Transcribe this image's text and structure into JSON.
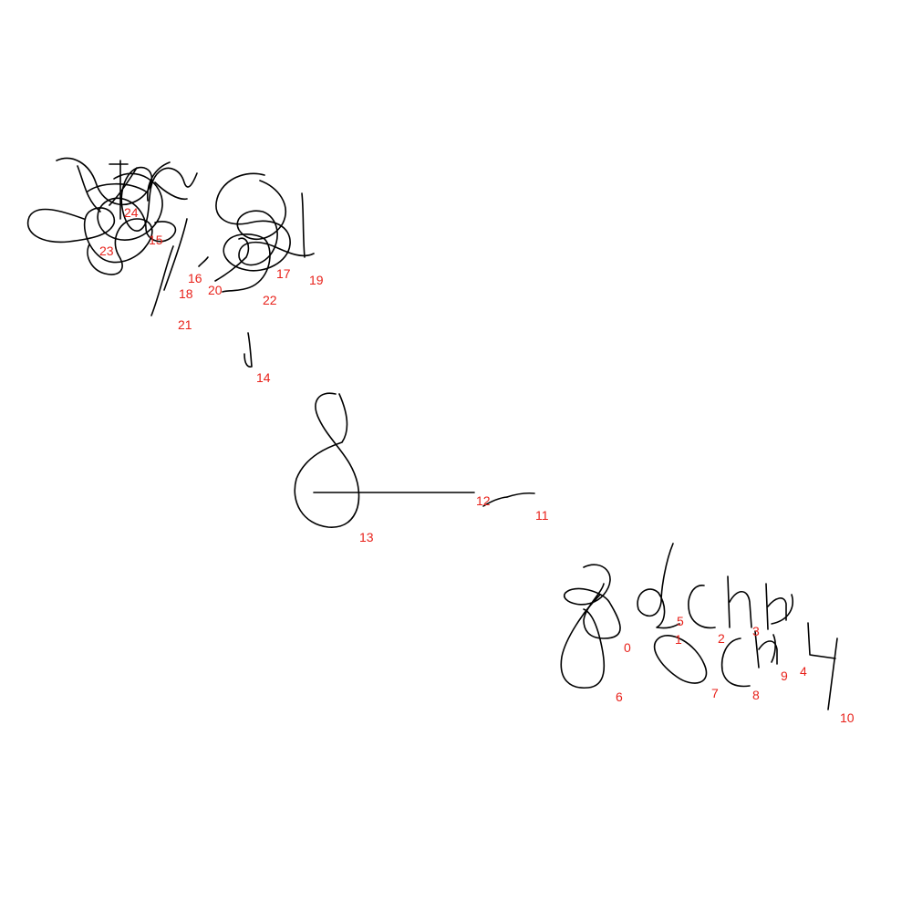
{
  "canvas": {
    "background": "#ffffff",
    "ink_color": "#000000",
    "label_color": "#e8221b"
  },
  "stroke_labels": [
    "0",
    "1",
    "2",
    "3",
    "4",
    "5",
    "6",
    "7",
    "8",
    "9",
    "10",
    "11",
    "12",
    "13",
    "14",
    "15",
    "16",
    "17",
    "18",
    "19",
    "20",
    "21",
    "22",
    "23",
    "24"
  ]
}
